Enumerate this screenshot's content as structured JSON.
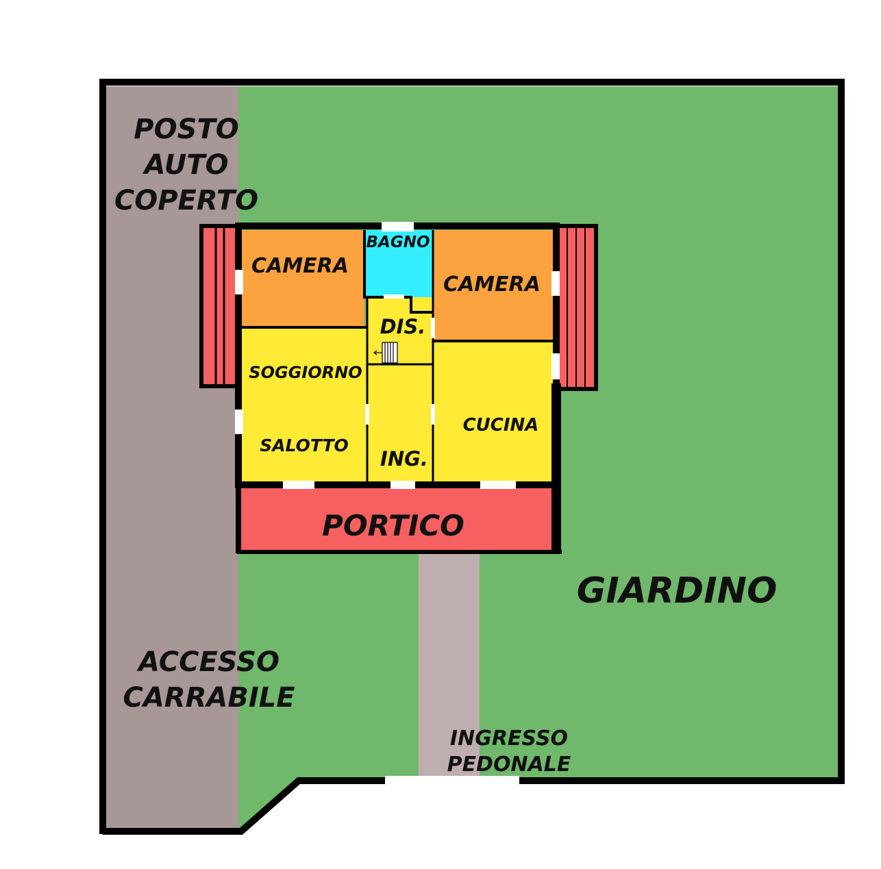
{
  "colors": {
    "garden": "#70b86b",
    "driveway": "#a89797",
    "path": "#bfaeb0",
    "porch": "#f76060",
    "bedroom": "#fca23f",
    "living": "#ffea35",
    "bathroom": "#33eefe",
    "wall": "#000000",
    "opening": "#ffffff"
  },
  "labels": {
    "posto_auto_coperto": [
      "POSTO",
      "AUTO",
      "COPERTO"
    ],
    "camera_left": "CAMERA",
    "bagno": "BAGNO",
    "camera_right": "CAMERA",
    "dis": "DIS.",
    "soggiorno": "SOGGIORNO",
    "salotto": "SALOTTO",
    "ing": "ING.",
    "cucina": "CUCINA",
    "portico": "PORTICO",
    "giardino": "GIARDINO",
    "accesso_carrabile": [
      "ACCESSO",
      "CARRABILE"
    ],
    "ingresso_pedonale": [
      "INGRESSO",
      "PEDONALE"
    ]
  }
}
